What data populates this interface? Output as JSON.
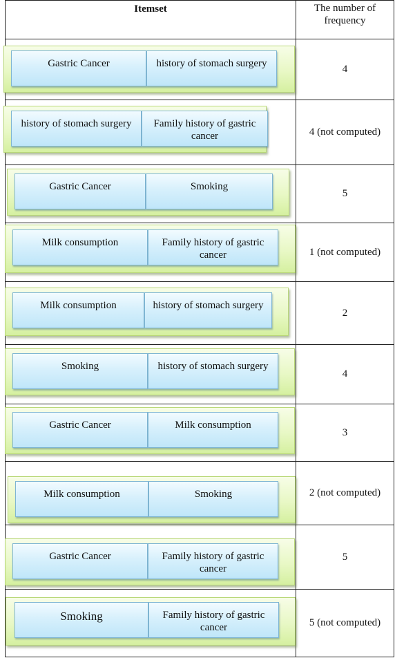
{
  "header": {
    "itemset_label": "Itemset",
    "frequency_label_line1": "The number of",
    "frequency_label_line2": "frequency"
  },
  "rows": [
    {
      "item1": "Gastric Cancer",
      "item2": "history of stomach surgery",
      "frequency": "4"
    },
    {
      "item1": "history of stomach surgery",
      "item2": "Family history of gastric cancer",
      "frequency": "4 (not computed)"
    },
    {
      "item1": "Gastric Cancer",
      "item2": "Smoking",
      "frequency": "5"
    },
    {
      "item1": "Milk consumption",
      "item2": "Family history of gastric cancer",
      "frequency": "1 (not computed)"
    },
    {
      "item1": "Milk consumption",
      "item2": "history of stomach surgery",
      "frequency": "2"
    },
    {
      "item1": "Smoking",
      "item2": "history of stomach surgery",
      "frequency": "4"
    },
    {
      "item1": "Gastric Cancer",
      "item2": "Milk consumption",
      "frequency": "3"
    },
    {
      "item1": "Milk consumption",
      "item2": "Smoking",
      "frequency": "2 (not computed)"
    },
    {
      "item1": "Gastric Cancer",
      "item2": "Family history of gastric cancer",
      "frequency": "5"
    },
    {
      "item1": "Smoking",
      "item2": "Family history of gastric cancer",
      "frequency": "5 (not computed)"
    }
  ],
  "colors": {
    "item_box_fill": "#c9ebfb",
    "item_box_border": "#7fb6d3",
    "group_fill": "#e8f8c5",
    "group_border": "#b9d878",
    "table_border": "#222222"
  }
}
